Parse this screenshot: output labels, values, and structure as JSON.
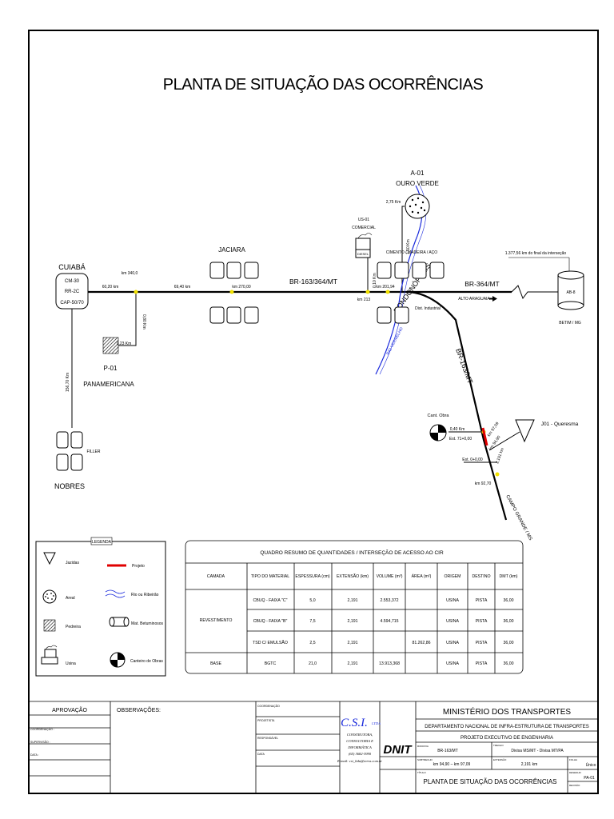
{
  "title": "PLANTA DE SITUAÇÃO DAS OCORRÊNCIAS",
  "map": {
    "cuiaba": {
      "name": "CUIABÁ",
      "materials": [
        "CM-30",
        "RR-2C",
        "CAP-50/70"
      ]
    },
    "km_340": "km 340,0",
    "dist_60_20": "60,20 km",
    "dist_69_40": "69,40 km",
    "km_270": "km 270,00",
    "km_213": "km 213",
    "km_201": "km 201,94",
    "jaciara": "JACIARA",
    "br_163_364": "BR-163/364/MT",
    "br_364": "BR-364/MT",
    "alto_araguaia": "ALTO ARAGUAIA",
    "dist_industrial": "Dist. Industrial",
    "dist_interseccao": "1.377,56 km do final da interseção",
    "ab8_label": "AB-8",
    "betim": "BETIM / MG",
    "a01_name": "A-01",
    "a01_place": "OURO VERDE",
    "dist_2_75": "2,75 Km",
    "dist_1_50": "1,50 Km",
    "us01_name": "US-01",
    "us01_place": "COMERCIAL",
    "us01_box": "DIESEL",
    "dist_0_10": "0,10 Km",
    "cimento": "CIMENTO / MADEIRA / AÇO",
    "rondonopolis": "RONDONÓPOLIS",
    "rio_vermelho": "RIO VERMELHO",
    "br_163": "BR-163/MT",
    "p01_name": "P-01",
    "p01_place": "PANAMERICANA",
    "dist_0_80": "0,80 Km",
    "dist_0_23": "0,23 Km",
    "dist_156_70": "156,70 Km",
    "filler": "FILLER",
    "nobres": "NOBRES",
    "cant_obra": "Cant. Obra",
    "dist_0_40": "0,40 Km",
    "est_71": "Est. 71+0,00",
    "km_97_09": "km 97,09",
    "km_94_90": "km 94,90",
    "est_0": "Est. 0+0,00",
    "dist_2_191": "2,191 km",
    "km_92_70": "km 92,70",
    "j01": "J01 - Queresma",
    "campo_grande": "CAMPO GRANDE / MS"
  },
  "legend": {
    "title": "LEGENDA",
    "items": [
      {
        "icon": "jazidas-icon",
        "label": "Jazidas"
      },
      {
        "icon": "projeto-line-icon",
        "label": "Projeto"
      },
      {
        "icon": "areal-icon",
        "label": "Areal"
      },
      {
        "icon": "rio-ribeirao-icon",
        "label": "Rio ou Ribeirão"
      },
      {
        "icon": "pedreira-icon",
        "label": "Pedreira"
      },
      {
        "icon": "mat-betuminosos-icon",
        "label": "Mat. Betuminosos"
      },
      {
        "icon": "usina-icon",
        "label": "Usina"
      },
      {
        "icon": "canteiro-icon",
        "label": "Canteiro de Obras"
      }
    ]
  },
  "quadro": {
    "title": "QUADRO RESUMO DE QUANTIDADES / INTERSEÇÃO DE ACESSO AO CIR",
    "headers": [
      "CAMADA",
      "TIPO DO MATERIAL",
      "ESPESSURA (cm)",
      "EXTENSÃO (km)",
      "VOLUME (m³)",
      "ÁREA (m²)",
      "ORIGEM",
      "DESTINO",
      "DMT (km)"
    ],
    "revestimento": "REVESTIMENTO",
    "base": "BASE",
    "rows": [
      [
        "CBUQ - FAIXA \"C\"",
        "5,0",
        "2,191",
        "2.553,372",
        "",
        "USINA",
        "PISTA",
        "36,00"
      ],
      [
        "CBUQ - FAIXA \"B\"",
        "7,5",
        "2,191",
        "4.594,715",
        "",
        "USINA",
        "PISTA",
        "36,00"
      ],
      [
        "TSD C/ EMULSÃO",
        "2,5",
        "2,191",
        "",
        "81.262,86",
        "USINA",
        "PISTA",
        "36,00"
      ],
      [
        "BGTC",
        "21,0",
        "2,191",
        "13.913,368",
        "",
        "USINA",
        "PISTA",
        "36,00"
      ]
    ]
  },
  "titleblock": {
    "aprovacao": "APROVAÇÃO",
    "observacoes": "OBSERVAÇÕES:",
    "aprov_rows": [
      "COORDENAÇÃO :",
      "SUPERVISÃO :",
      "DATA :"
    ],
    "mid_rows": [
      "COORDENAÇÃO",
      "PROJETISTA",
      "RESPONSÁVEL",
      "DATA"
    ],
    "csi_logo": "C.S.I.",
    "csi_ltda": "LTDA",
    "csi_lines": [
      "CONSTRUTORA,",
      "CONSULTORIA E",
      "INFORMÁTICA",
      "(65) 3682-3990",
      "E-mail: csi_ltda@terra.com.br"
    ],
    "dnit": "DNIT",
    "ministerio": "MINISTÉRIO DOS TRANSPORTES",
    "departamento": "DEPARTAMENTO NACIONAL DE INFRA-ESTRUTURA DE TRANSPORTES",
    "projeto": "PROJETO EXECUTIVO DE ENGENHARIA",
    "rodovia_label": "RODOVIA",
    "rodovia": "BR-163/MT",
    "trecho_label": "TRECHO",
    "trecho": "Divisa MS/MT - Divisa MT/PA",
    "folha_label": "FOLHA",
    "folha": "Único",
    "subtrecho_label": "SUBTRECHO",
    "subtrecho": "km 94,90 – km 97,09",
    "extensao_label": "EXTENSÃO",
    "extensao": "2,191 km",
    "titulo_label": "TÍTULO",
    "titulo": "PLANTA DE SITUAÇÃO DAS OCORRÊNCIAS",
    "desenho_label": "DESENHO",
    "desenho": "PA-01",
    "revisao_label": "REVISÃO"
  }
}
